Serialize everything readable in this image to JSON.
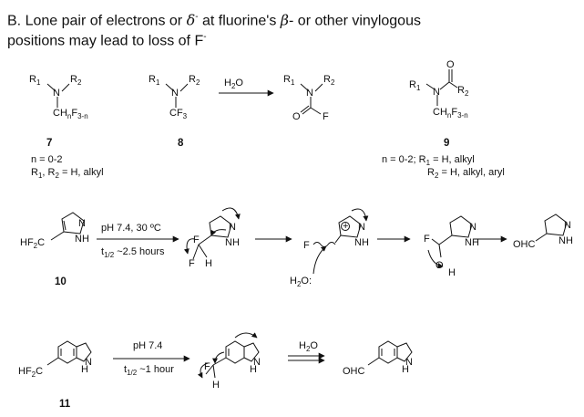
{
  "title": {
    "line1_prefix": "B. Lone pair of electrons or ",
    "line1_delta": "δ",
    "line1_mid": " at fluorine's ",
    "line1_beta": "β",
    "line1_suffix": "- or other vinylogous",
    "line2_text": "positions may lead to loss of F",
    "line2_sup": "-"
  },
  "compounds": {
    "c7": {
      "label": "7",
      "n_cond": "n = 0-2",
      "r_cond": "R1, R2 = H, alkyl"
    },
    "c8": {
      "label": "8",
      "reagent": "H2O"
    },
    "c9": {
      "label": "9",
      "cond1": "n = 0-2; R1 = H, alkyl",
      "cond2": "R2 = H, alkyl, aryl"
    },
    "c10": {
      "label": "10",
      "cond1": "pH 7.4, 30 ºC",
      "cond2": "t1/2 ~2.5 hours"
    },
    "c11": {
      "label": "11",
      "cond1": "pH 7.4",
      "cond2": "t1/2 ~1 hour",
      "reagent": "H2O"
    }
  },
  "atoms": {
    "R1": "R1",
    "R2": "R2",
    "N": "N",
    "NH": "NH",
    "H": "H",
    "F": "F",
    "O": "O",
    "CF3": "CF3",
    "CHnF3n": "CHnF3-n",
    "HF2C": "HF2C",
    "OHC": "OHC",
    "H2O": "H2O",
    "plus": "+",
    "sub1": "1",
    "sub2": "2",
    "sub3n": "3-n",
    "subn": "n"
  }
}
